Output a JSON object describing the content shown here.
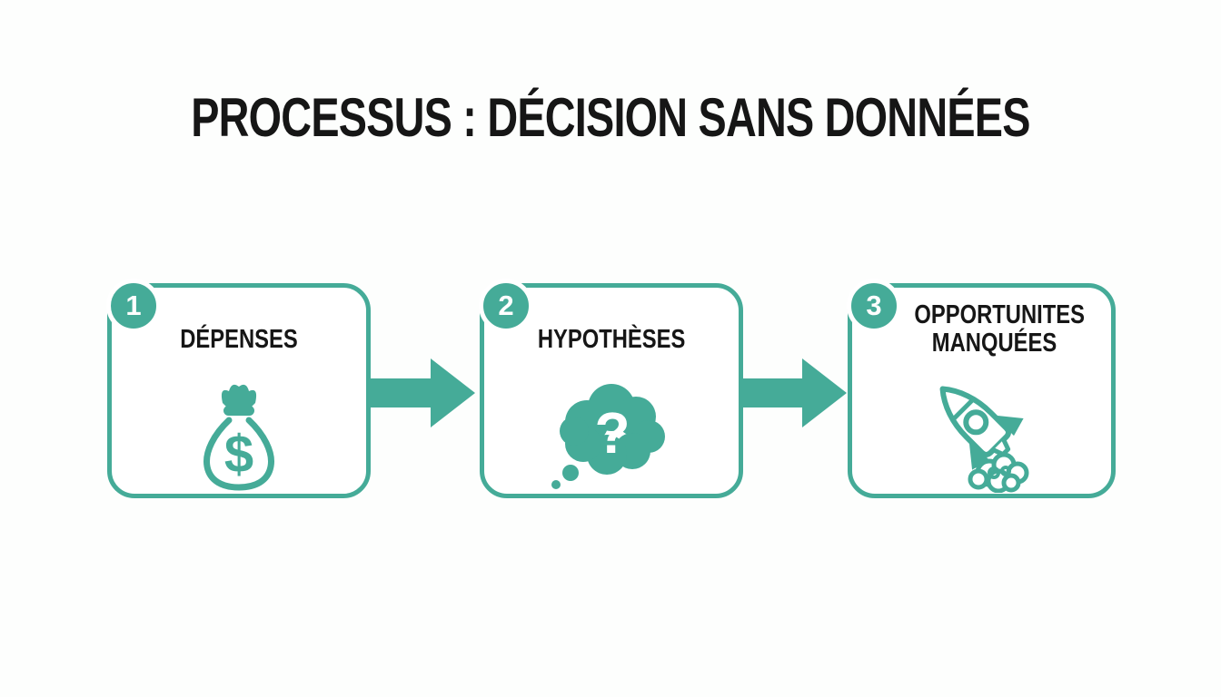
{
  "page": {
    "background_color": "#ffffff",
    "accent_color": "#45ab98",
    "text_color": "#161616",
    "badge_text_color": "#ffffff"
  },
  "title": "PROCESSUS : DÉCISION SANS DONNÉES",
  "steps": [
    {
      "number": "1",
      "label": "DÉPENSES",
      "icon": "money-bag-icon"
    },
    {
      "number": "2",
      "label": "HYPOTHÈSES",
      "icon": "thought-bubble-question-icon"
    },
    {
      "number": "3",
      "label": "OPPORTUNITES MANQUÉES",
      "icon": "rocket-icon"
    }
  ],
  "connectors": [
    {
      "type": "arrow-right"
    },
    {
      "type": "arrow-right"
    }
  ]
}
